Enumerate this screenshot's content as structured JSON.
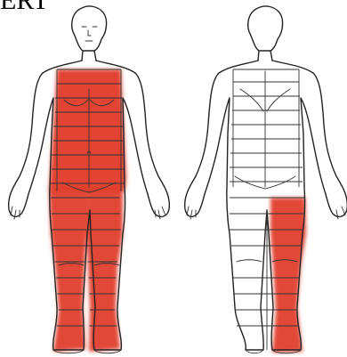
{
  "caption": "ERT",
  "diagram": {
    "views": [
      "front",
      "back"
    ],
    "highlight_color": "#e03a26",
    "front_highlight": [
      "torso",
      "left-leg",
      "right-leg"
    ],
    "back_highlight": [
      "left-leg"
    ]
  }
}
